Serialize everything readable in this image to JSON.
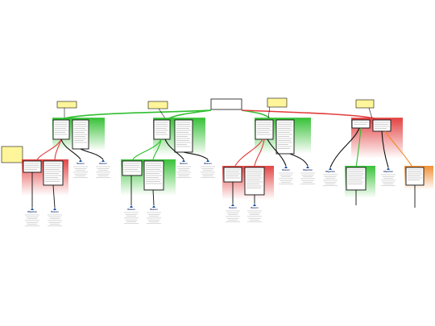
{
  "root": {
    "lines": [
      "",
      "",
      ""
    ]
  },
  "notes": [
    {
      "lines": [
        ""
      ]
    },
    {
      "lines": [
        "",
        ""
      ]
    },
    {
      "lines": [
        "",
        "",
        ""
      ]
    },
    {
      "lines": [
        "",
        ""
      ]
    },
    {
      "lines": [
        "",
        "",
        "",
        "",
        "",
        ""
      ]
    }
  ],
  "clusters": [
    {
      "color": "#e23b3b"
    },
    {
      "color": "#2fbf2f"
    },
    {
      "color": "#2fbf2f"
    },
    {
      "color": "#e23b3b"
    }
  ],
  "arg_labels": [
    "Reason",
    "Reason",
    "Reason",
    "Reason",
    "Objection",
    "Reason",
    "Reason",
    "Reason",
    "Reason",
    "Reason",
    "Reason",
    "Objection",
    "Objection",
    "Objection"
  ],
  "colors": {
    "support": "#2fbf2f",
    "oppose": "#e23b3b",
    "rebuttal": "#f08a2a",
    "note": "#fff59a",
    "link_blue": "#1a4fa0"
  }
}
